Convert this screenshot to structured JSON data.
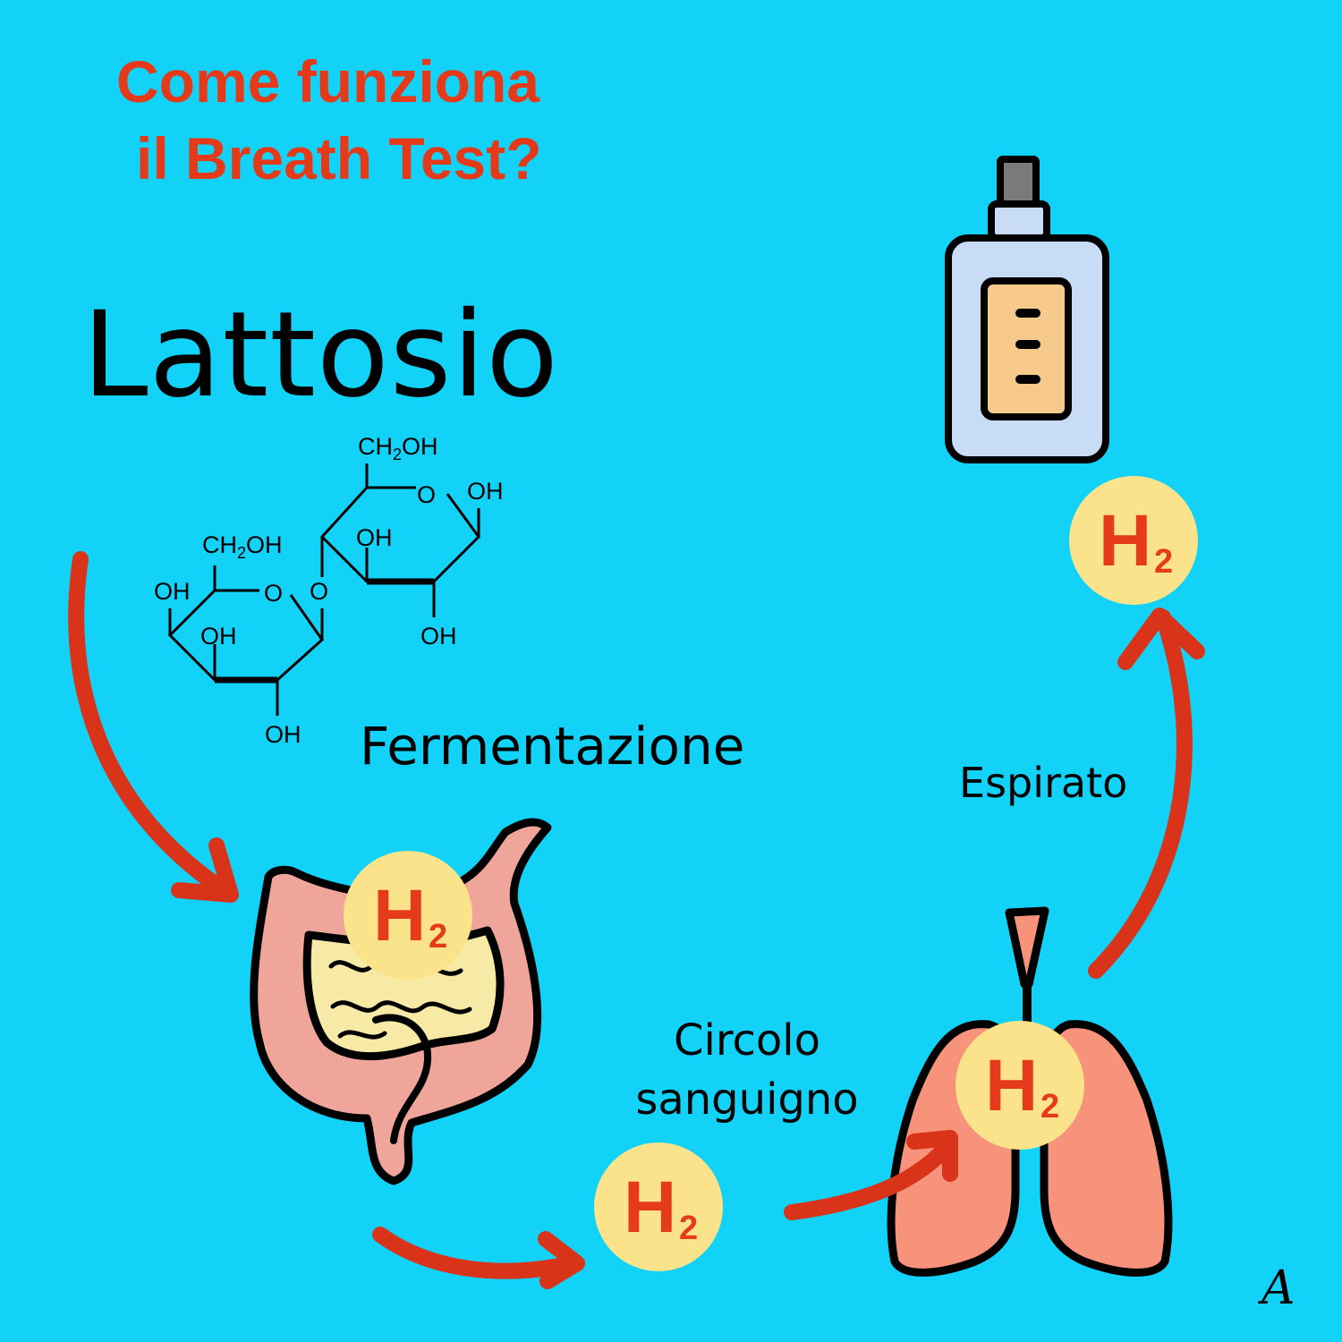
{
  "title": {
    "line1": "Come funziona",
    "line2": "il Breath Test?"
  },
  "sugar_name": "Lattosio",
  "molecule": {
    "ch2oh": "CH",
    "ch2oh_sub": "2",
    "ch2oh_tail": "OH",
    "oh": "OH",
    "o": "O"
  },
  "steps": {
    "fermentation": "Fermentazione",
    "blood_line1": "Circolo",
    "blood_line2": "sanguigno",
    "exhaled": "Espirato"
  },
  "gas": {
    "symbol": "H",
    "subscript": "2"
  },
  "signature": "A",
  "colors": {
    "background": "#12d3f7",
    "title": "#e43a1a",
    "arrow": "#d9331a",
    "bubble": "#fbe38c",
    "h2": "#e63a1c",
    "intestine_outer": "#f0a59a",
    "intestine_inner": "#f7eaa6",
    "lungs": "#f7937b",
    "device_body": "#c9dcf5",
    "device_screen": "#f7c98a"
  }
}
